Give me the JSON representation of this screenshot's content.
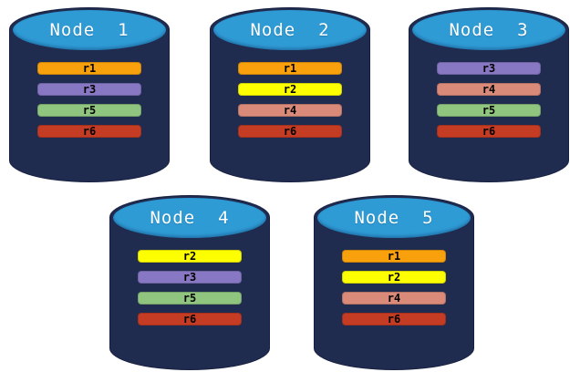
{
  "diagram": {
    "type": "database-replication-distribution",
    "nodes": [
      {
        "id": "node-1",
        "title": "Node  1",
        "replicas": [
          "r1",
          "r3",
          "r5",
          "r6"
        ]
      },
      {
        "id": "node-2",
        "title": "Node  2",
        "replicas": [
          "r1",
          "r2",
          "r4",
          "r6"
        ]
      },
      {
        "id": "node-3",
        "title": "Node  3",
        "replicas": [
          "r3",
          "r4",
          "r5",
          "r6"
        ]
      },
      {
        "id": "node-4",
        "title": "Node  4",
        "replicas": [
          "r2",
          "r3",
          "r5",
          "r6"
        ]
      },
      {
        "id": "node-5",
        "title": "Node  5",
        "replicas": [
          "r1",
          "r2",
          "r4",
          "r6"
        ]
      }
    ],
    "replica_colors": {
      "r1": "#F9A00D",
      "r2": "#FDFE00",
      "r3": "#8878C4",
      "r4": "#D98A79",
      "r5": "#8FC57F",
      "r6": "#C53C24"
    },
    "cylinder_colors": {
      "body": "#1F2B4F",
      "top": "#2F9BD5",
      "title_text": "#FFFFFF",
      "replica_text": "#000000"
    }
  }
}
